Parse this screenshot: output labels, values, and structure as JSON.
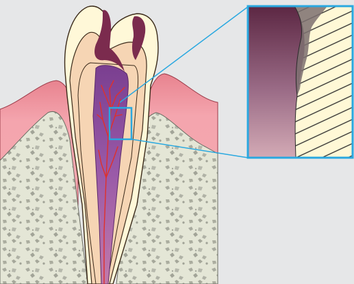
{
  "diagram": {
    "subject": "tooth-cross-section-with-deep-caries",
    "parts": {
      "enamel": {
        "name": "enamel",
        "color": "#fff8d8"
      },
      "dentin": {
        "name": "dentin",
        "color": "#f6d5b4"
      },
      "pulp": {
        "name": "pulp",
        "color": "#8a4f9a"
      },
      "gum": {
        "name": "gum",
        "color": "#f4a5ae"
      },
      "bone": {
        "name": "alveolar-bone",
        "color": "#e4e6d6"
      },
      "vessels": {
        "name": "blood-vessels",
        "color": "#e0302a"
      },
      "caries": {
        "name": "caries-lesion",
        "color": "#7b2b4e"
      }
    },
    "magnifier": {
      "frame_color": "#29a8e0",
      "shows": "pulp-dentin-interface"
    }
  }
}
